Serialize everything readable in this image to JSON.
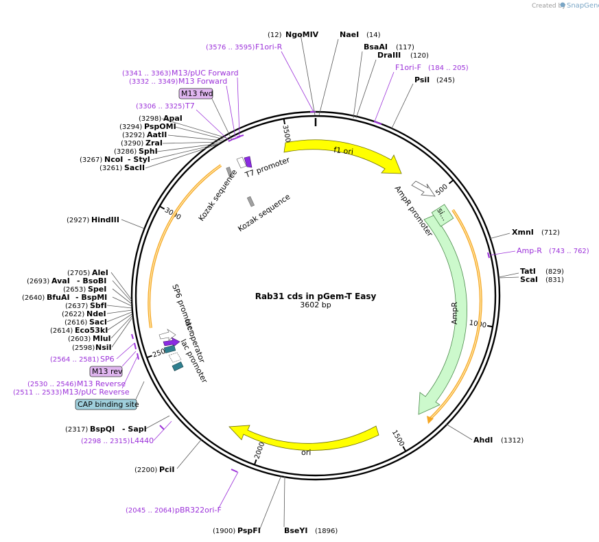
{
  "credit": {
    "prefix": "Created by",
    "brand": "SnapGene"
  },
  "plasmid": {
    "name": "Rab31 cds in pGem-T Easy",
    "length_label": "3602 bp",
    "length": 3602
  },
  "ticks": [
    "500",
    "1000",
    "1500",
    "2000",
    "2500",
    "3000",
    "3500"
  ],
  "features": {
    "f1_ori": "f1 ori",
    "ampr_promoter": "AmpR promoter",
    "ampr": "AmpR",
    "ori": "ori",
    "t7_promoter": "T7 promoter",
    "kozak_1": "Kozak sequence",
    "kozak_2": "Kozak sequence",
    "sp6_promoter": "SP6 promoter",
    "lac_operator": "lac operator",
    "lac_promoter": "lac promoter",
    "signal": "si..."
  },
  "boxes": {
    "m13_fwd": "M13 fwd",
    "m13_rev": "M13 rev",
    "cap": "CAP binding site"
  },
  "sites": [
    {
      "name": "NgoMIV",
      "pos": "(12)"
    },
    {
      "name": "NaeI",
      "pos": "(14)"
    },
    {
      "name": "BsaAI",
      "pos": "(117)"
    },
    {
      "name": "DraIII",
      "pos": "(120)"
    },
    {
      "name": "PsiI",
      "pos": "(245)"
    },
    {
      "name": "XmnI",
      "pos": "(712)"
    },
    {
      "name": "TatI",
      "pos": "(829)"
    },
    {
      "name": "ScaI",
      "pos": "(831)"
    },
    {
      "name": "AhdI",
      "pos": "(1312)"
    },
    {
      "name": "BseYI",
      "pos": "(1896)"
    },
    {
      "name": "PspFI",
      "pos": "(1900)"
    },
    {
      "name": "PciI",
      "pos": "(2200)"
    },
    {
      "name": "BspQI",
      "pos": "(2317)",
      "alias": "- SapI"
    },
    {
      "name": "NsiI",
      "pos": "(2598)"
    },
    {
      "name": "MluI",
      "pos": "(2603)"
    },
    {
      "name": "Eco53kI",
      "pos": "(2614)"
    },
    {
      "name": "SacI",
      "pos": "(2616)"
    },
    {
      "name": "NdeI",
      "pos": "(2622)"
    },
    {
      "name": "SbfI",
      "pos": "(2637)"
    },
    {
      "name": "BfuAI",
      "pos": "(2640)",
      "alias": "- BspMI"
    },
    {
      "name": "SpeI",
      "pos": "(2653)"
    },
    {
      "name": "AvaI",
      "pos": "(2693)",
      "alias": "- BsoBI"
    },
    {
      "name": "AleI",
      "pos": "(2705)"
    },
    {
      "name": "HindIII",
      "pos": "(2927)"
    },
    {
      "name": "SacII",
      "pos": "(3261)"
    },
    {
      "name": "NcoI",
      "pos": "(3267)",
      "alias": "- StyI"
    },
    {
      "name": "SphI",
      "pos": "(3286)"
    },
    {
      "name": "ZraI",
      "pos": "(3290)"
    },
    {
      "name": "AatII",
      "pos": "(3292)"
    },
    {
      "name": "PspOMI",
      "pos": "(3294)"
    },
    {
      "name": "ApaI",
      "pos": "(3298)"
    }
  ],
  "primers": [
    {
      "name": "F1ori-R",
      "pos": "(3576 .. 3595)"
    },
    {
      "name": "F1ori-F",
      "pos": "(184 .. 205)"
    },
    {
      "name": "M13/pUC Forward",
      "pos": "(3341 .. 3363)"
    },
    {
      "name": "M13 Forward",
      "pos": "(3332 .. 3349)"
    },
    {
      "name": "T7",
      "pos": "(3306 .. 3325)"
    },
    {
      "name": "Amp-R",
      "pos": "(743 .. 762)"
    },
    {
      "name": "SP6",
      "pos": "(2564 .. 2581)"
    },
    {
      "name": "M13 Reverse",
      "pos": "(2530 .. 2546)"
    },
    {
      "name": "M13/pUC Reverse",
      "pos": "(2511 .. 2533)"
    },
    {
      "name": "L4440",
      "pos": "(2298 .. 2315)"
    },
    {
      "name": "pBR322ori-F",
      "pos": "(2045 .. 2064)"
    }
  ],
  "colors": {
    "f1_ori": "#ffff00",
    "ori": "#ffff00",
    "ampr": "#ccf9cc",
    "ampr_stroke": "#4a8a4a",
    "orf_highlight": "#f5a623",
    "primer": "#9b30d9",
    "t7": "#8b2be2",
    "lac_operator": "#2f7f8f",
    "kozak": "#a0a0a0",
    "box_primer": "#e0b6f0",
    "box_cap": "#9fcfdc",
    "credit_brand": "#7aa6c6"
  }
}
